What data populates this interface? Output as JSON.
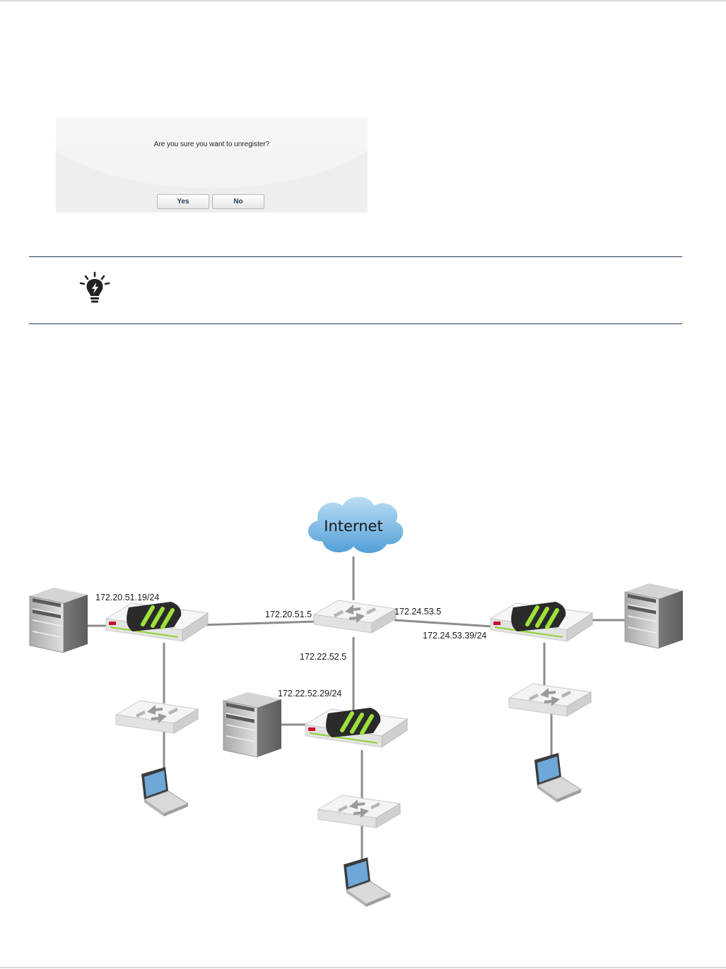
{
  "dialog": {
    "message": "Are you sure you want to unregister?",
    "yes_label": "Yes",
    "no_label": "No"
  },
  "tip": {
    "icon": "lightbulb-icon"
  },
  "diagram": {
    "cloud_label": "Internet",
    "labels": {
      "left_fw_ip": "172.20.51.19/24",
      "center_left_ip": "172.20.51.5",
      "center_right_ip": "172.24.53.5",
      "right_fw_ip": "172.24.53.39/24",
      "center_down_ip": "172.22.52.5",
      "mid_fw_ip": "172.22.52.29/24"
    }
  },
  "colors": {
    "rule_navy": "#1f3a5a",
    "cloud_blue": "#6fb1e0",
    "link_gray": "#8c8c8c",
    "fw_green": "#8fd12f"
  }
}
